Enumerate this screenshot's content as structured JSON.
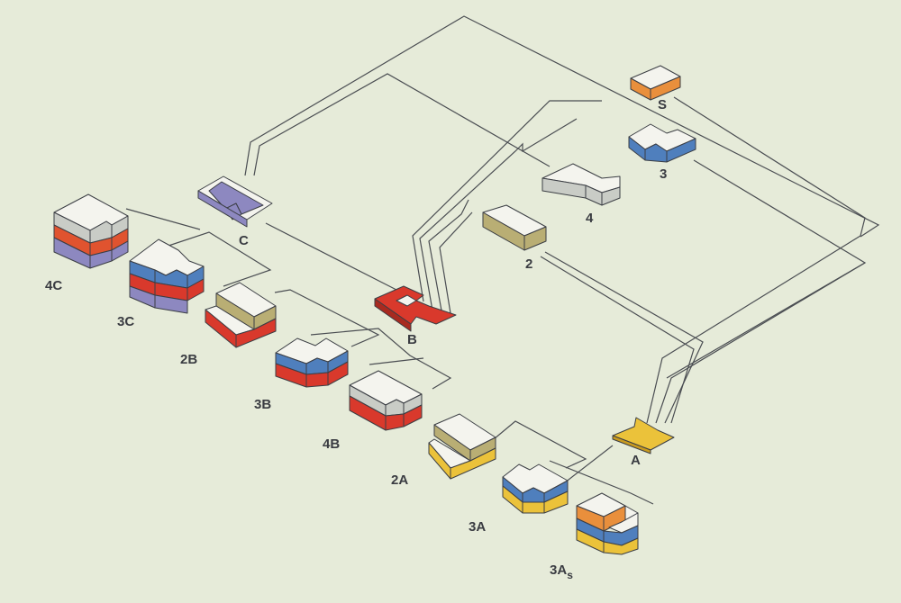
{
  "colors": {
    "background": "#e6ebd9",
    "white_top": "#f4f4ee",
    "grey_band": "#c9ccc6",
    "olive": "#b9ae74",
    "red": "#d9392c",
    "blue": "#4f7fbd",
    "yellow": "#ebc23a",
    "orange": "#e98f3c",
    "lavender": "#8d88c0",
    "line": "#4a4d52"
  },
  "labels": {
    "S": "S",
    "3": "3",
    "4": "4",
    "2": "2",
    "C": "C",
    "4C": "4C",
    "3C": "3C",
    "B": "B",
    "2B": "2B",
    "3B": "3B",
    "4B": "4B",
    "A": "A",
    "2A": "2A",
    "3A": "3A",
    "3As_main": "3A",
    "3As_sub": "s"
  }
}
